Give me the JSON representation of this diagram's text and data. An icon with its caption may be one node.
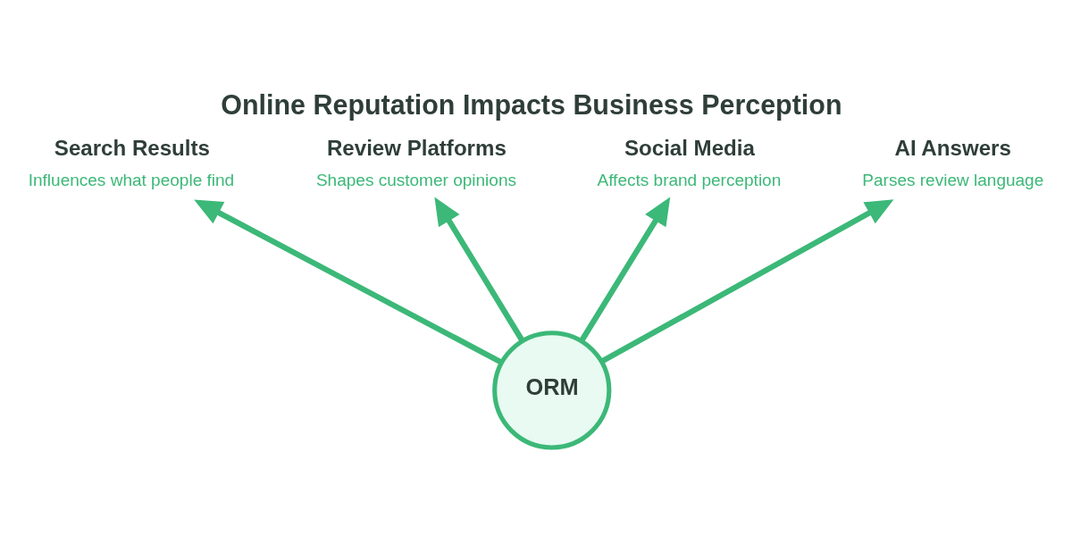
{
  "diagram": {
    "title": "Online Reputation Impacts Business Perception",
    "nodes": [
      {
        "text": [
          "ORM"
        ]
      },
      {
        "text": [
          "Search Results",
          "Influences what people find"
        ]
      },
      {
        "text": [
          "Review Platforms",
          "Shapes customer opinions"
        ]
      },
      {
        "text": [
          "Social Media",
          "Affects brand perception"
        ]
      },
      {
        "text": [
          "AI Answers",
          "Parses review language"
        ]
      }
    ],
    "edges": [
      {
        "from": 0,
        "to": 1,
        "arrow": "to"
      },
      {
        "from": 0,
        "to": 2,
        "arrow": "to"
      },
      {
        "from": 0,
        "to": 3,
        "arrow": "to"
      },
      {
        "from": 0,
        "to": 4,
        "arrow": "to"
      }
    ]
  }
}
